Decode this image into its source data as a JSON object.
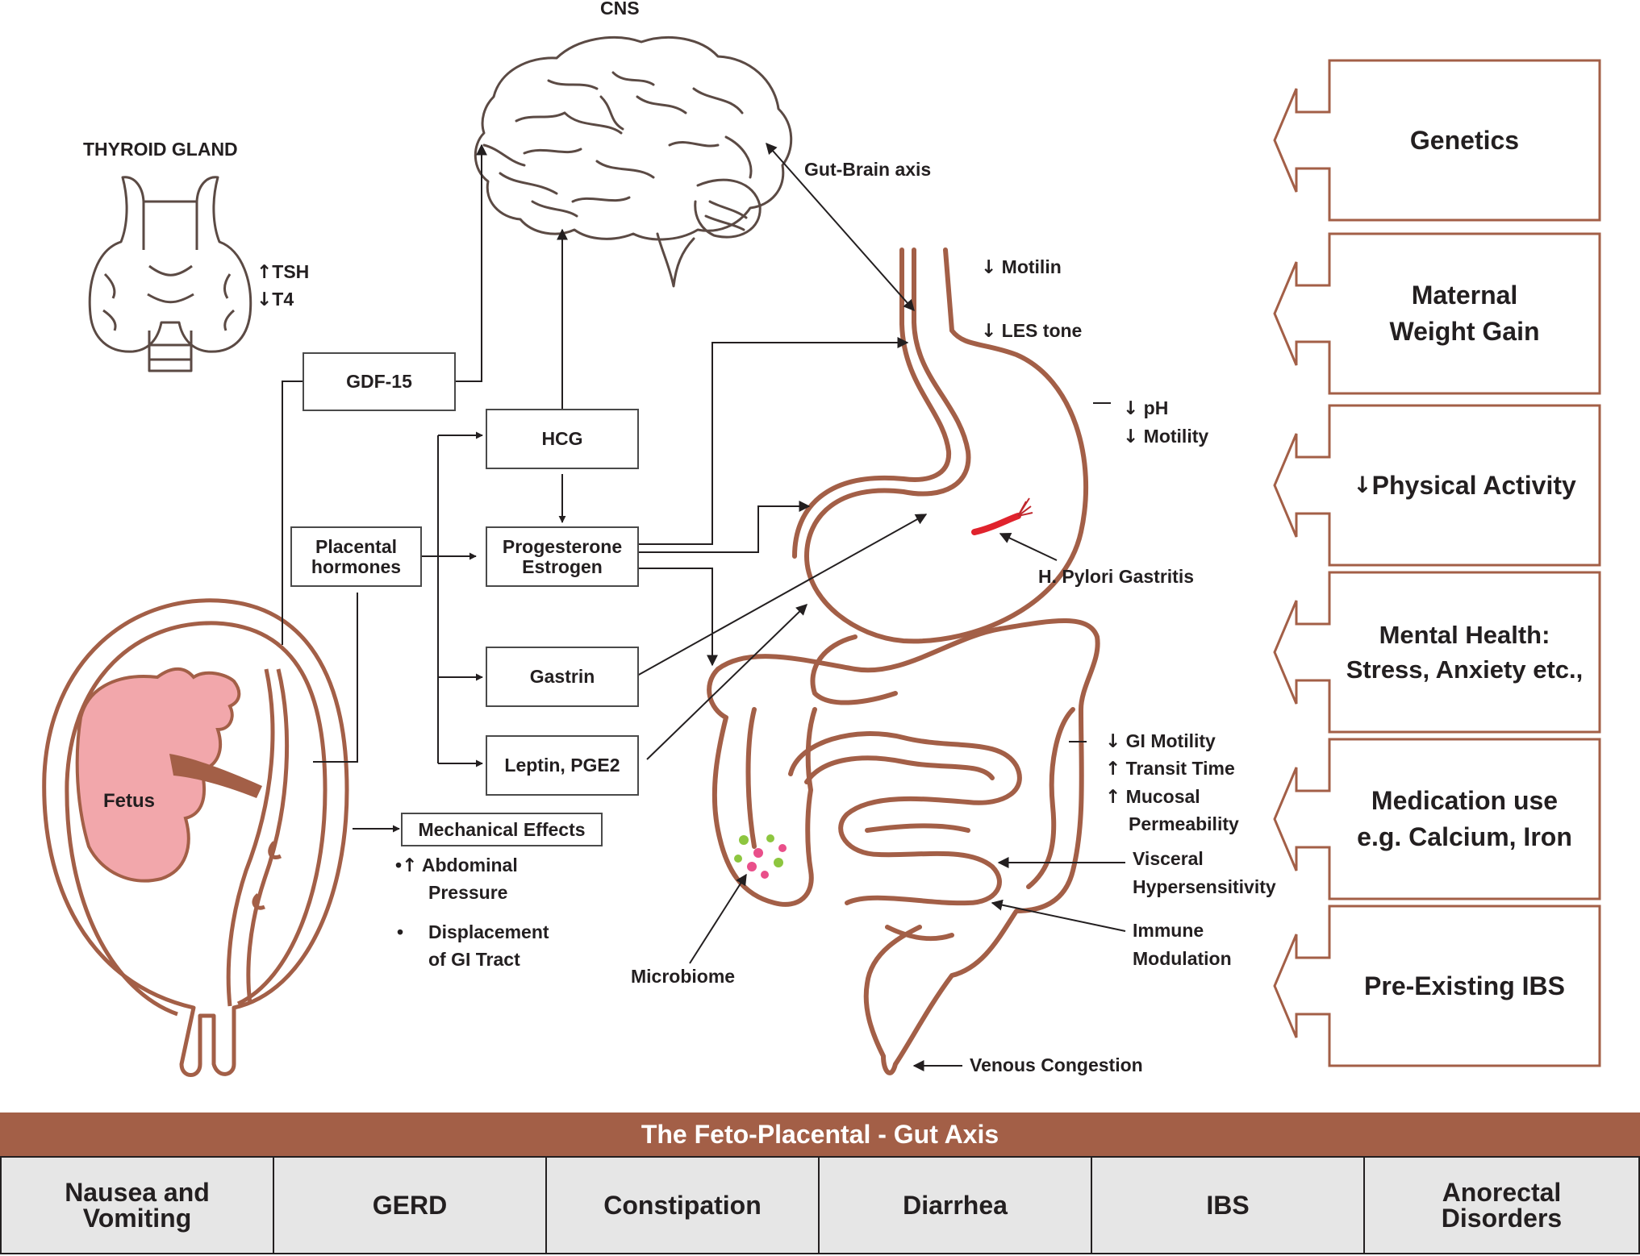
{
  "title": "The Feto-Placental - Gut Axis",
  "colors": {
    "accent": "#a35f47",
    "line": "#231f20",
    "fetus": "#f2a7ab",
    "cell_bg": "#e6e6e6"
  },
  "organs": {
    "cns": "CNS",
    "thyroid": "THYROID GLAND",
    "fetus": "Fetus"
  },
  "thyroid_markers": {
    "tsh": "TSH",
    "t4": "T4"
  },
  "hormone_boxes": {
    "gdf15": "GDF-15",
    "hcg": "HCG",
    "placental_1": "Placental",
    "placental_2": "hormones",
    "prog_1": "Progesterone",
    "prog_2": "Estrogen",
    "gastrin": "Gastrin",
    "leptin": "Leptin, PGE2"
  },
  "mechanical": {
    "box": "Mechanical Effects",
    "bullet1_a": "Abdominal",
    "bullet1_b": "Pressure",
    "bullet2_a": "Displacement",
    "bullet2_b": "of GI Tract"
  },
  "gi_labels": {
    "gut_brain": "Gut-Brain axis",
    "motilin": "Motilin",
    "les_tone": "LES tone",
    "ph": "pH",
    "motility": "Motility",
    "h_pylori": "H. Pylori Gastritis",
    "gi_motility": "GI Motility",
    "transit": "Transit Time",
    "mucosal_1": "Mucosal",
    "mucosal_2": "Permeability",
    "visceral_1": "Visceral",
    "visceral_2": "Hypersensitivity",
    "immune_1": "Immune",
    "immune_2": "Modulation",
    "microbiome": "Microbiome",
    "venous": "Venous Congestion"
  },
  "risk_factors": {
    "genetics": "Genetics",
    "weight_1": "Maternal",
    "weight_2": "Weight Gain",
    "activity": "Physical Activity",
    "mental_1": "Mental Health:",
    "mental_2": "Stress, Anxiety etc.,",
    "med_1": "Medication use",
    "med_2": "e.g. Calcium, Iron",
    "ibs": "Pre-Existing IBS"
  },
  "disorders": {
    "nausea_1": "Nausea and",
    "nausea_2": "Vomiting",
    "gerd": "GERD",
    "constipation": "Constipation",
    "diarrhea": "Diarrhea",
    "ibs": "IBS",
    "anorectal_1": "Anorectal",
    "anorectal_2": "Disorders"
  }
}
